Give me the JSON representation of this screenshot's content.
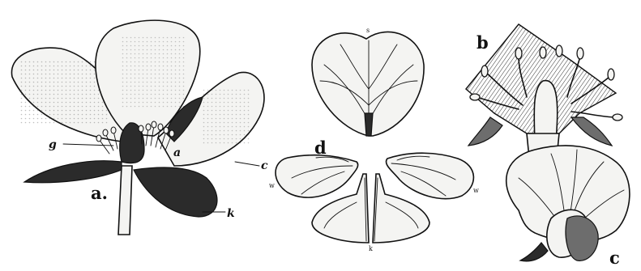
{
  "figure": {
    "panels": [
      {
        "id": "a",
        "label": "a."
      },
      {
        "id": "b",
        "label": "b"
      },
      {
        "id": "c",
        "label": "c"
      },
      {
        "id": "d",
        "label": "d"
      }
    ],
    "callouts": {
      "g": "g",
      "c": "c",
      "k": "k",
      "a": "a",
      "w_left": "w",
      "w_right": "w",
      "s": "s",
      "k_keel": "k"
    },
    "colors": {
      "ink": "#111111",
      "paper": "#ffffff",
      "shade": "#2b2b2b"
    }
  }
}
